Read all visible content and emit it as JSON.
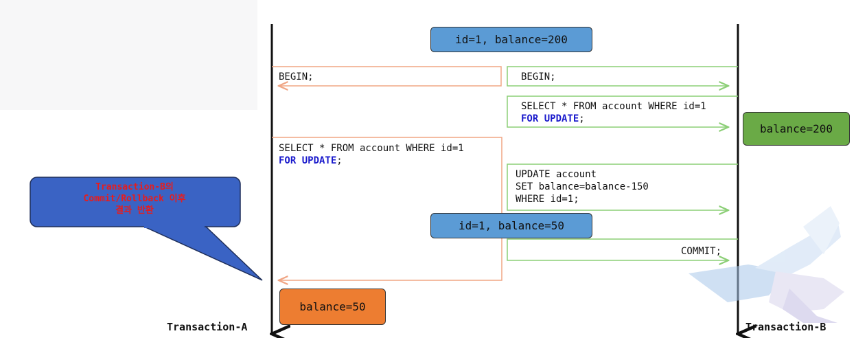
{
  "states": {
    "initial": "id=1, balance=200",
    "after_update": "id=1, balance=50",
    "b_read": "balance=200",
    "a_read": "balance=50"
  },
  "transaction_a": {
    "label": "Transaction-A",
    "begin": "BEGIN;",
    "select_line1": "SELECT * FROM account WHERE id=1",
    "select_kw": "FOR UPDATE",
    "select_end": ";"
  },
  "transaction_b": {
    "label": "Transaction-B",
    "begin": "BEGIN;",
    "select_line1": "SELECT * FROM account WHERE id=1",
    "select_kw": "FOR UPDATE",
    "select_end": ";",
    "update_line1": "UPDATE account",
    "update_line2": "SET balance=balance-150",
    "update_line3": "WHERE id=1;",
    "commit": "COMMIT;"
  },
  "callout": {
    "line1": "Transaction-B의",
    "line2": "Commit/Rollback 이후",
    "line3": "결과 반환"
  },
  "colors": {
    "a_arrow": "#f0a584",
    "b_arrow": "#8ccf77",
    "callout_fill": "#3a63c4",
    "callout_text": "#e81c1c"
  }
}
